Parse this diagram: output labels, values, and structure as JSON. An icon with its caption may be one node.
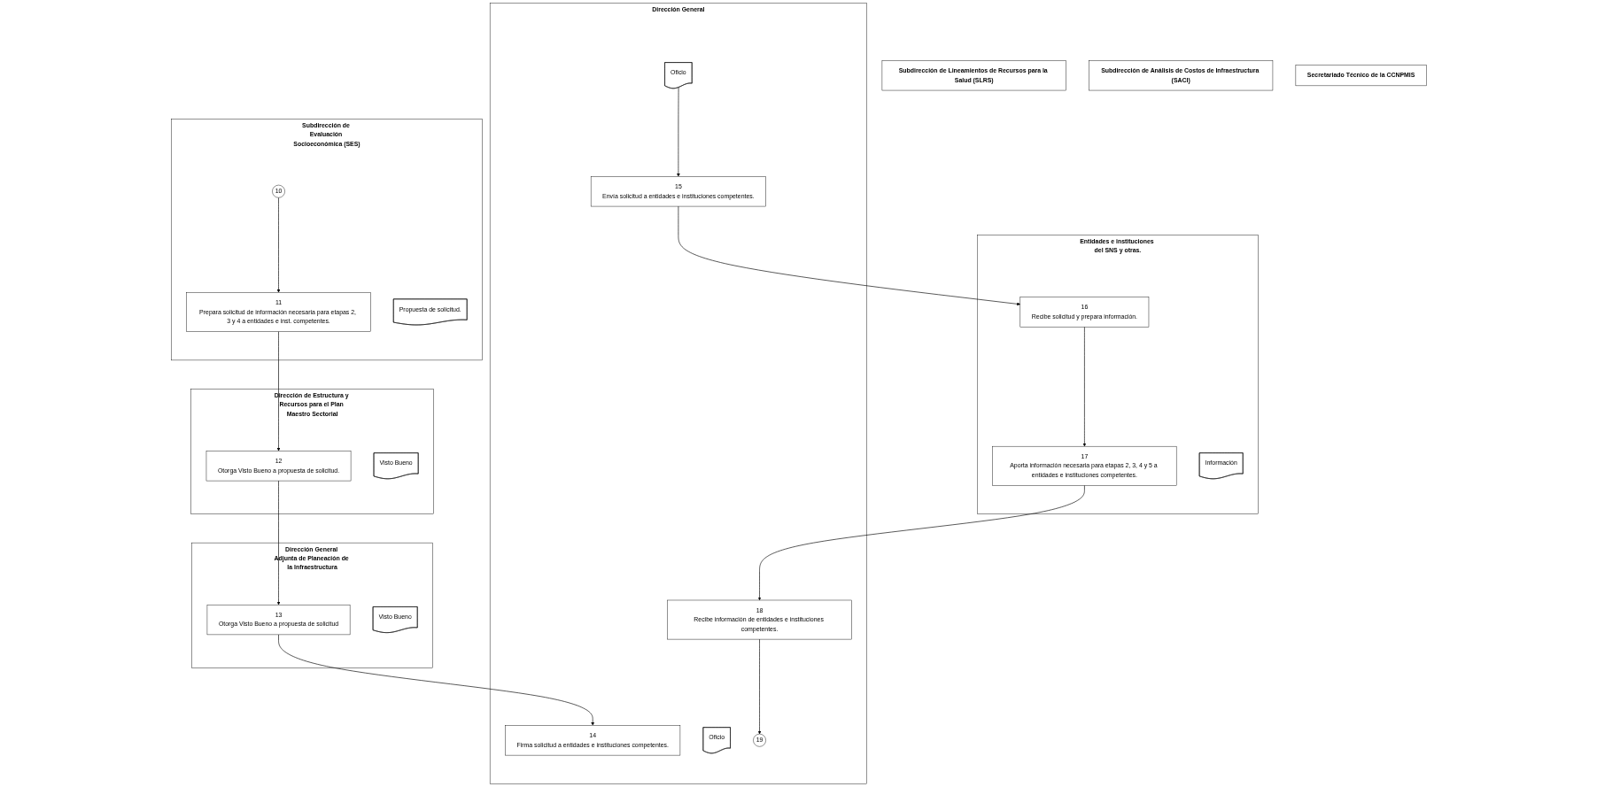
{
  "diagram": {
    "nodes": [
      {
        "text": [
          "Entidades e instituciones del SNS y otras."
        ]
      },
      {
        "text": [
          "Subdirección de Lineamientos de Recursos para la Salud (SLRS)"
        ]
      },
      {
        "text": [
          "Subdirección de Evaluación Socioeconómica (SES)"
        ]
      },
      {
        "text": [
          "Subdirección de Análisis de Costos de Infraestructura (SACI)"
        ]
      },
      {
        "text": [
          "Dirección de Estructura y Recursos para el Plan Maestro Sectorial"
        ]
      },
      {
        "text": [
          "Dirección General Adjunta de Planeación de la Infraestructura"
        ]
      },
      {
        "text": [
          "Dirección General"
        ]
      },
      {
        "text": [
          "Secretariado Técnico de la CCNPMIS"
        ]
      },
      {
        "text": [
          "10"
        ],
        "in": 2
      },
      {
        "text": [
          "11",
          "Prepara solicitud de información necesaria para etapas 2, 3 y 4 a entidades e inst. competentes."
        ],
        "in": 2
      },
      {
        "text": [
          "Propuesta de solicitud."
        ],
        "in": 2
      },
      {
        "text": [
          "12",
          "Otorga Visto Bueno a propuesta de solicitud."
        ],
        "in": 4
      },
      {
        "text": [
          "Visto Bueno"
        ],
        "in": 4
      },
      {
        "text": [
          "13",
          "Otorga Visto Bueno a propuesta de solicitud"
        ],
        "in": 5
      },
      {
        "text": [
          "Visto Bueno"
        ],
        "in": 5
      },
      {
        "text": [
          "14",
          "Firma solicitud a entidades e instituciones competentes."
        ],
        "in": 6
      },
      {
        "text": [
          "Oficio"
        ],
        "in": 6
      },
      {
        "text": [
          "15",
          "Envía solicitud a entidades e instituciones competentes."
        ],
        "in": 6
      },
      {
        "text": [
          "Oficio"
        ],
        "in": 6
      },
      {
        "text": [
          "16",
          "Recibe solicitud y prepara información."
        ],
        "in": 0
      },
      {
        "text": [
          "17",
          "Aporta información necesaria para etapas 2, 3, 4 y 5 a entidades e instituciones competentes."
        ],
        "in": 0
      },
      {
        "text": [
          "Información"
        ],
        "in": 0
      },
      {
        "text": [
          "18",
          "Recibe información de entidades e instituciones competentes."
        ],
        "in": 6
      },
      {
        "text": [
          "19"
        ],
        "in": 6
      }
    ],
    "edges": [
      {
        "from": 8,
        "to": 9,
        "arrow": "to"
      },
      {
        "from": 9,
        "to": 11,
        "arrow": "to"
      },
      {
        "from": 11,
        "to": 13,
        "arrow": "to"
      },
      {
        "from": 13,
        "to": 15,
        "arrow": "to"
      },
      {
        "from": 16,
        "to": 17,
        "arrow": "to"
      },
      {
        "from": 17,
        "to": 19,
        "arrow": "to"
      },
      {
        "from": 19,
        "to": 20,
        "arrow": "to"
      },
      {
        "from": 20,
        "to": 22,
        "arrow": "to"
      },
      {
        "from": 22,
        "to": 23,
        "arrow": "to"
      }
    ]
  }
}
